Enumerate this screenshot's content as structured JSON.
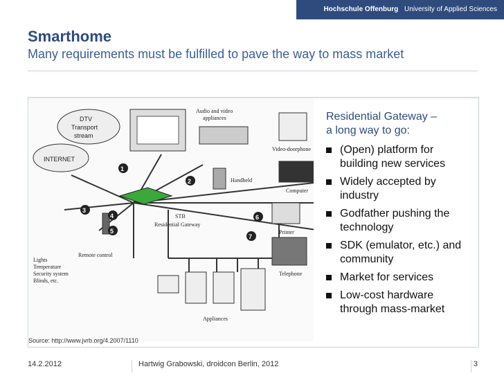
{
  "brand": {
    "name": "Hochschule Offenburg",
    "tagline": "University of Applied Sciences",
    "color": "#2f4b7d"
  },
  "header": {
    "title": "Smarthome",
    "subtitle": "Many requirements must be fulfilled to pave the way to mass market"
  },
  "diagram": {
    "labels": {
      "dtv": "DTV Transport stream",
      "internet": "INTERNET",
      "audio_video": "Audio and video appliances",
      "video_doorphone": "Video-doorphone",
      "handheld": "Handheld",
      "computer": "Computer",
      "printer": "Printer",
      "telephone": "Telephone",
      "stb_title": "STB",
      "stb_sub": "Residential Gateway",
      "remote": "Remote control",
      "appliances": "Appliances",
      "house": "Lights\nTemperature\nSecurity system\nBlinds, etc."
    },
    "numbers": [
      "1",
      "2",
      "3",
      "4",
      "5",
      "6",
      "7"
    ]
  },
  "source": "Source: http://www.jvrb.org/4.2007/1110",
  "right": {
    "heading_line1": "Residential Gateway –",
    "heading_line2": "a long way to go:",
    "bullets": [
      "(Open) platform for building new services",
      "Widely accepted by industry",
      "Godfather pushing the technology",
      "SDK (emulator, etc.) and community",
      "Market for services",
      "Low-cost hardware through mass-market"
    ]
  },
  "footer": {
    "date": "14.2.2012",
    "author": "Hartwig Grabowski, droidcon Berlin, 2012",
    "page": "3"
  },
  "colors": {
    "accent": "#2f4b7d",
    "divider": "#c8d1e0",
    "content_border": "#c9d6cc"
  }
}
